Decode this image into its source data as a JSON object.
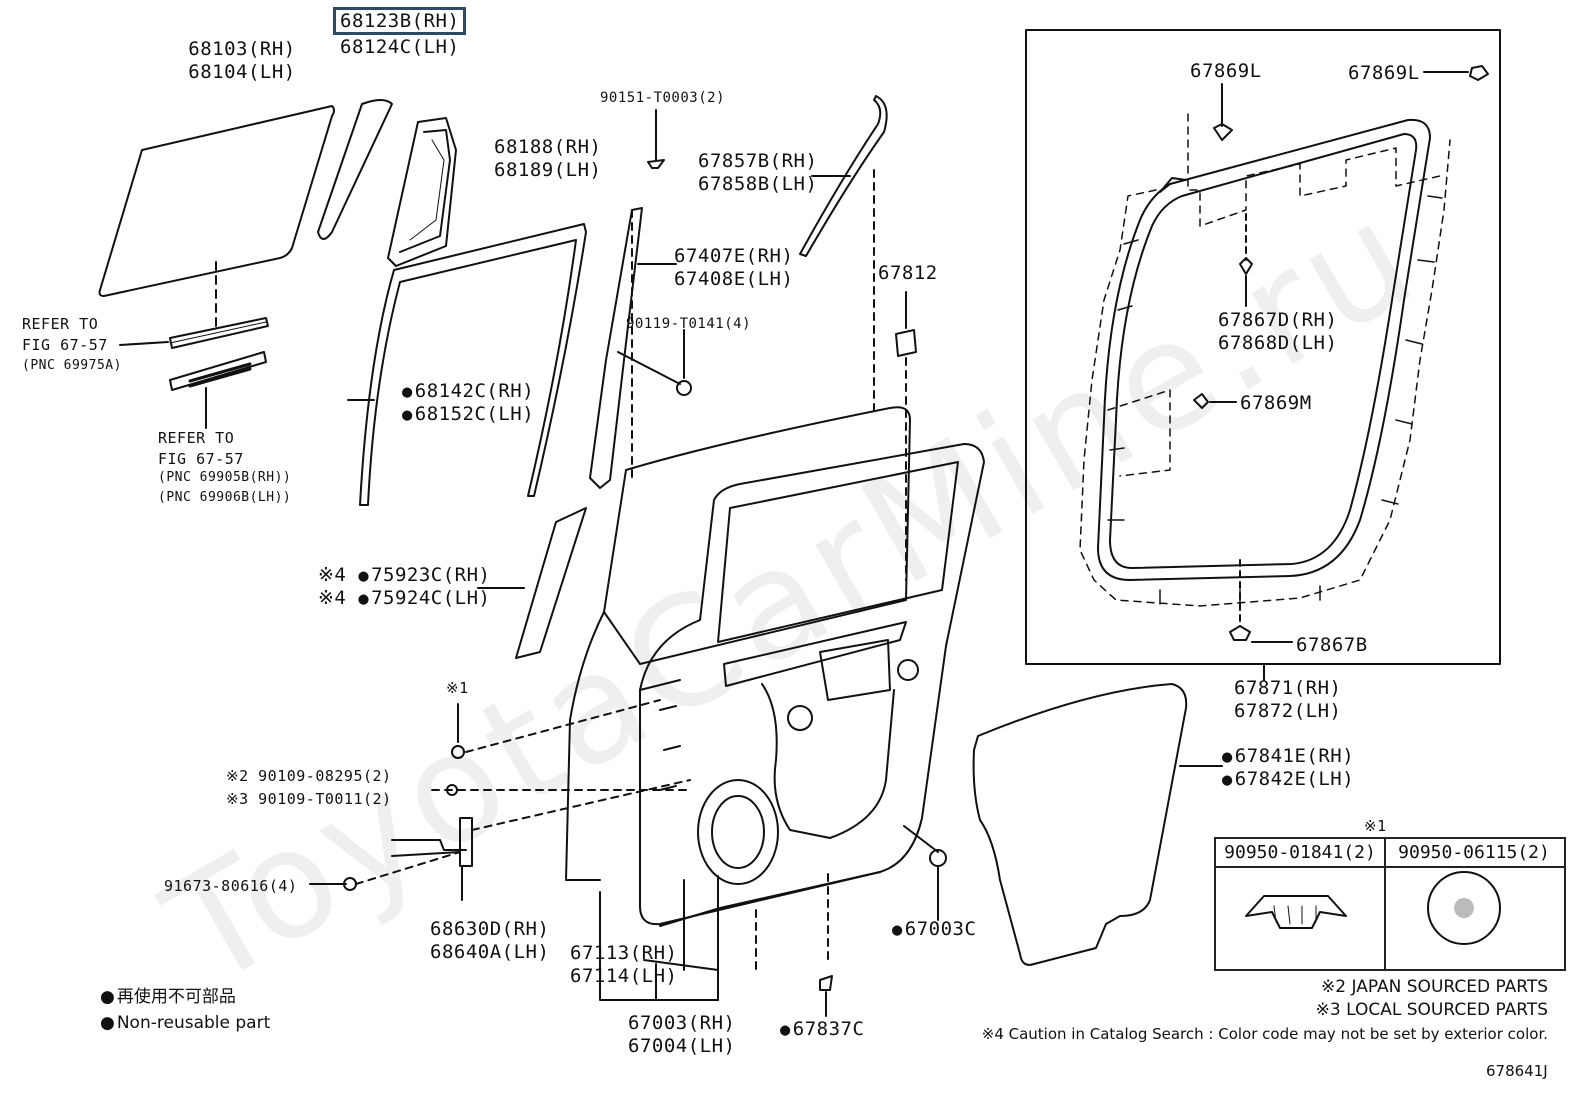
{
  "watermark": "ToyotaCarMine.ru",
  "diagram_id": "678641J",
  "labels": {
    "p68123": {
      "l1": "68123B(RH)",
      "l2": "68124C(LH)"
    },
    "p68103": {
      "l1": "68103(RH)",
      "l2": "68104(LH)"
    },
    "p68188": {
      "l1": "68188(RH)",
      "l2": "68189(LH)"
    },
    "p90151": "90151-T0003(2)",
    "p67857": {
      "l1": "67857B(RH)",
      "l2": "67858B(LH)"
    },
    "p67407": {
      "l1": "67407E(RH)",
      "l2": "67408E(LH)"
    },
    "p90119": "90119-T0141(4)",
    "p67812": "67812",
    "refer1": {
      "l1": "REFER TO",
      "l2": "FIG 67-57",
      "l3": "(PNC 69975A)"
    },
    "refer2": {
      "l1": "REFER TO",
      "l2": "FIG 67-57",
      "l3": "(PNC 69905B(RH))",
      "l4": "(PNC 69906B(LH))"
    },
    "p68142": {
      "l1": "68142C(RH)",
      "l2": "68152C(LH)"
    },
    "p75923": {
      "l1": "※4 ",
      "l1b": "75923C(RH)",
      "l2": "※4 ",
      "l2b": "75924C(LH)"
    },
    "note1a": "※1",
    "p90109": {
      "l1": "※2 90109-08295(2)",
      "l2": "※3 90109-T0011(2)"
    },
    "p91673": "91673-80616(4)",
    "p68630": {
      "l1": "68630D(RH)",
      "l2": "68640A(LH)"
    },
    "p67113": {
      "l1": "67113(RH)",
      "l2": "67114(LH)"
    },
    "p67003": {
      "l1": "67003(RH)",
      "l2": "67004(LH)"
    },
    "p67003c": "67003C",
    "p67837c": "67837C",
    "p67869l_a": "67869L",
    "p67869l_b": "67869L",
    "p67867d": {
      "l1": "67867D(RH)",
      "l2": "67868D(LH)"
    },
    "p67869m": "67869M",
    "p67867b": "67867B",
    "p67871": {
      "l1": "67871(RH)",
      "l2": "67872(LH)"
    },
    "p67841": {
      "l1": "67841E(RH)",
      "l2": "67842E(LH)"
    },
    "note1b": "※1",
    "tbl_col1": "90950-01841(2)",
    "tbl_col2": "90950-06115(2)"
  },
  "legend": {
    "jp": "再使用不可部品",
    "en": "Non-reusable part"
  },
  "notes": {
    "n2": "※2 JAPAN SOURCED PARTS",
    "n3": "※3 LOCAL SOURCED PARTS",
    "n4": "※4 Caution in Catalog Search : Color code may not be set by exterior color."
  }
}
